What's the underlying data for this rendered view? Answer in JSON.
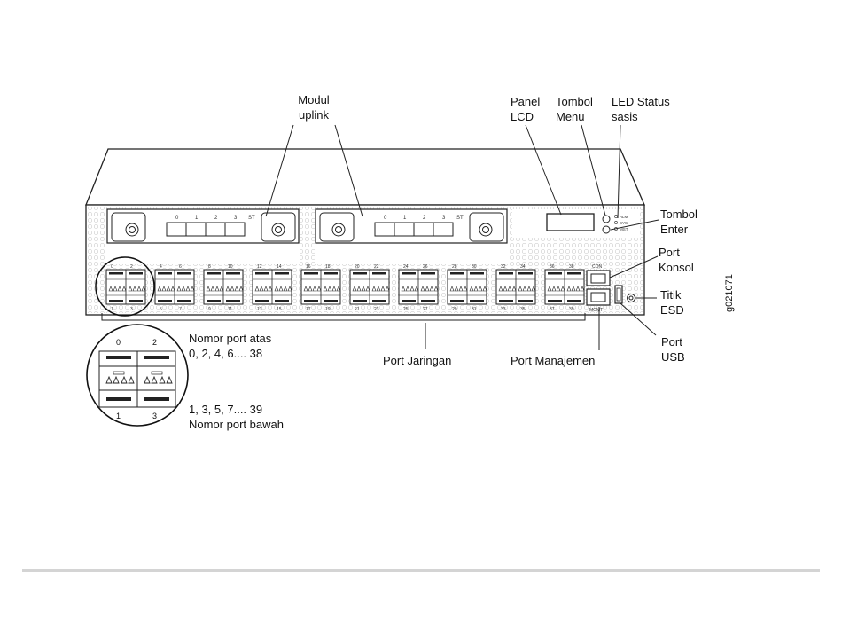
{
  "labels": {
    "uplink_module": [
      "Modul",
      "uplink"
    ],
    "lcd_panel": [
      "Panel",
      "LCD"
    ],
    "menu_button": [
      "Tombol",
      "Menu"
    ],
    "status_led": [
      "LED Status",
      "sasis"
    ],
    "enter_button": [
      "Tombol",
      "Enter"
    ],
    "console_port": [
      "Port",
      "Konsol"
    ],
    "esd_point": [
      "Titik",
      "ESD"
    ],
    "usb_port": [
      "Port",
      "USB"
    ],
    "network_ports": "Port Jaringan",
    "management_port": "Port Manajemen",
    "top_ports": [
      "Nomor port atas",
      "0, 2, 4, 6.... 38"
    ],
    "bottom_ports": [
      "1, 3, 5, 7.... 39",
      "Nomor port bawah"
    ],
    "figure_id": "g021071"
  },
  "inset_numbers": {
    "top": [
      "0",
      "2"
    ],
    "bottom": [
      "1",
      "3"
    ]
  },
  "port_numbers": {
    "top": [
      "0",
      "2",
      "4",
      "6",
      "8",
      "10",
      "12",
      "14",
      "16",
      "18",
      "20",
      "22",
      "24",
      "26",
      "28",
      "30",
      "32",
      "34",
      "36",
      "38"
    ],
    "bottom": [
      "1",
      "3",
      "5",
      "7",
      "9",
      "11",
      "13",
      "15",
      "17",
      "19",
      "21",
      "23",
      "25",
      "27",
      "29",
      "31",
      "33",
      "35",
      "37",
      "39"
    ]
  },
  "uplink_slot_labels": [
    "0",
    "1",
    "2",
    "3",
    "ST"
  ],
  "led_labels": [
    "ALM",
    "SYS",
    "MST"
  ],
  "console_label": "CON",
  "mgmt_label": "MGMT"
}
